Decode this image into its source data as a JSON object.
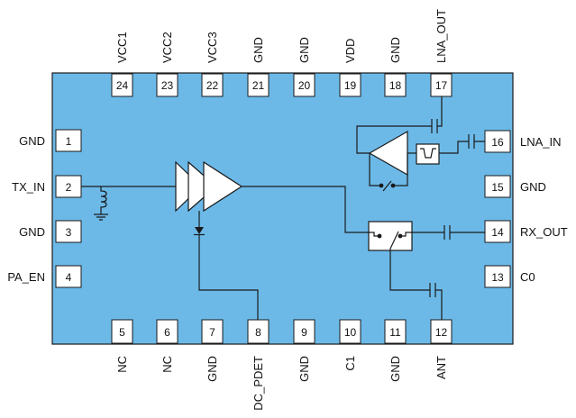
{
  "pins": {
    "top": [
      {
        "num": "24",
        "label": "VCC1"
      },
      {
        "num": "23",
        "label": "VCC2"
      },
      {
        "num": "22",
        "label": "VCC3"
      },
      {
        "num": "21",
        "label": "GND"
      },
      {
        "num": "20",
        "label": "GND"
      },
      {
        "num": "19",
        "label": "VDD"
      },
      {
        "num": "18",
        "label": "GND"
      },
      {
        "num": "17",
        "label": "LNA_OUT"
      }
    ],
    "bottom": [
      {
        "num": "5",
        "label": "NC"
      },
      {
        "num": "6",
        "label": "NC"
      },
      {
        "num": "7",
        "label": "GND"
      },
      {
        "num": "8",
        "label": "DC_PDET"
      },
      {
        "num": "9",
        "label": "GND"
      },
      {
        "num": "10",
        "label": "C1"
      },
      {
        "num": "11",
        "label": "GND"
      },
      {
        "num": "12",
        "label": "ANT"
      }
    ],
    "left": [
      {
        "num": "1",
        "label": "GND"
      },
      {
        "num": "2",
        "label": "TX_IN"
      },
      {
        "num": "3",
        "label": "GND"
      },
      {
        "num": "4",
        "label": "PA_EN"
      }
    ],
    "right": [
      {
        "num": "16",
        "label": "LNA_IN"
      },
      {
        "num": "15",
        "label": "GND"
      },
      {
        "num": "14",
        "label": "RX_OUT"
      },
      {
        "num": "13",
        "label": "C0"
      }
    ]
  },
  "colors": {
    "body_fill": "#6cb9e8",
    "body_stroke": "#1a1a1a",
    "pin_fill": "#ffffff",
    "line": "#1a1a1a"
  }
}
